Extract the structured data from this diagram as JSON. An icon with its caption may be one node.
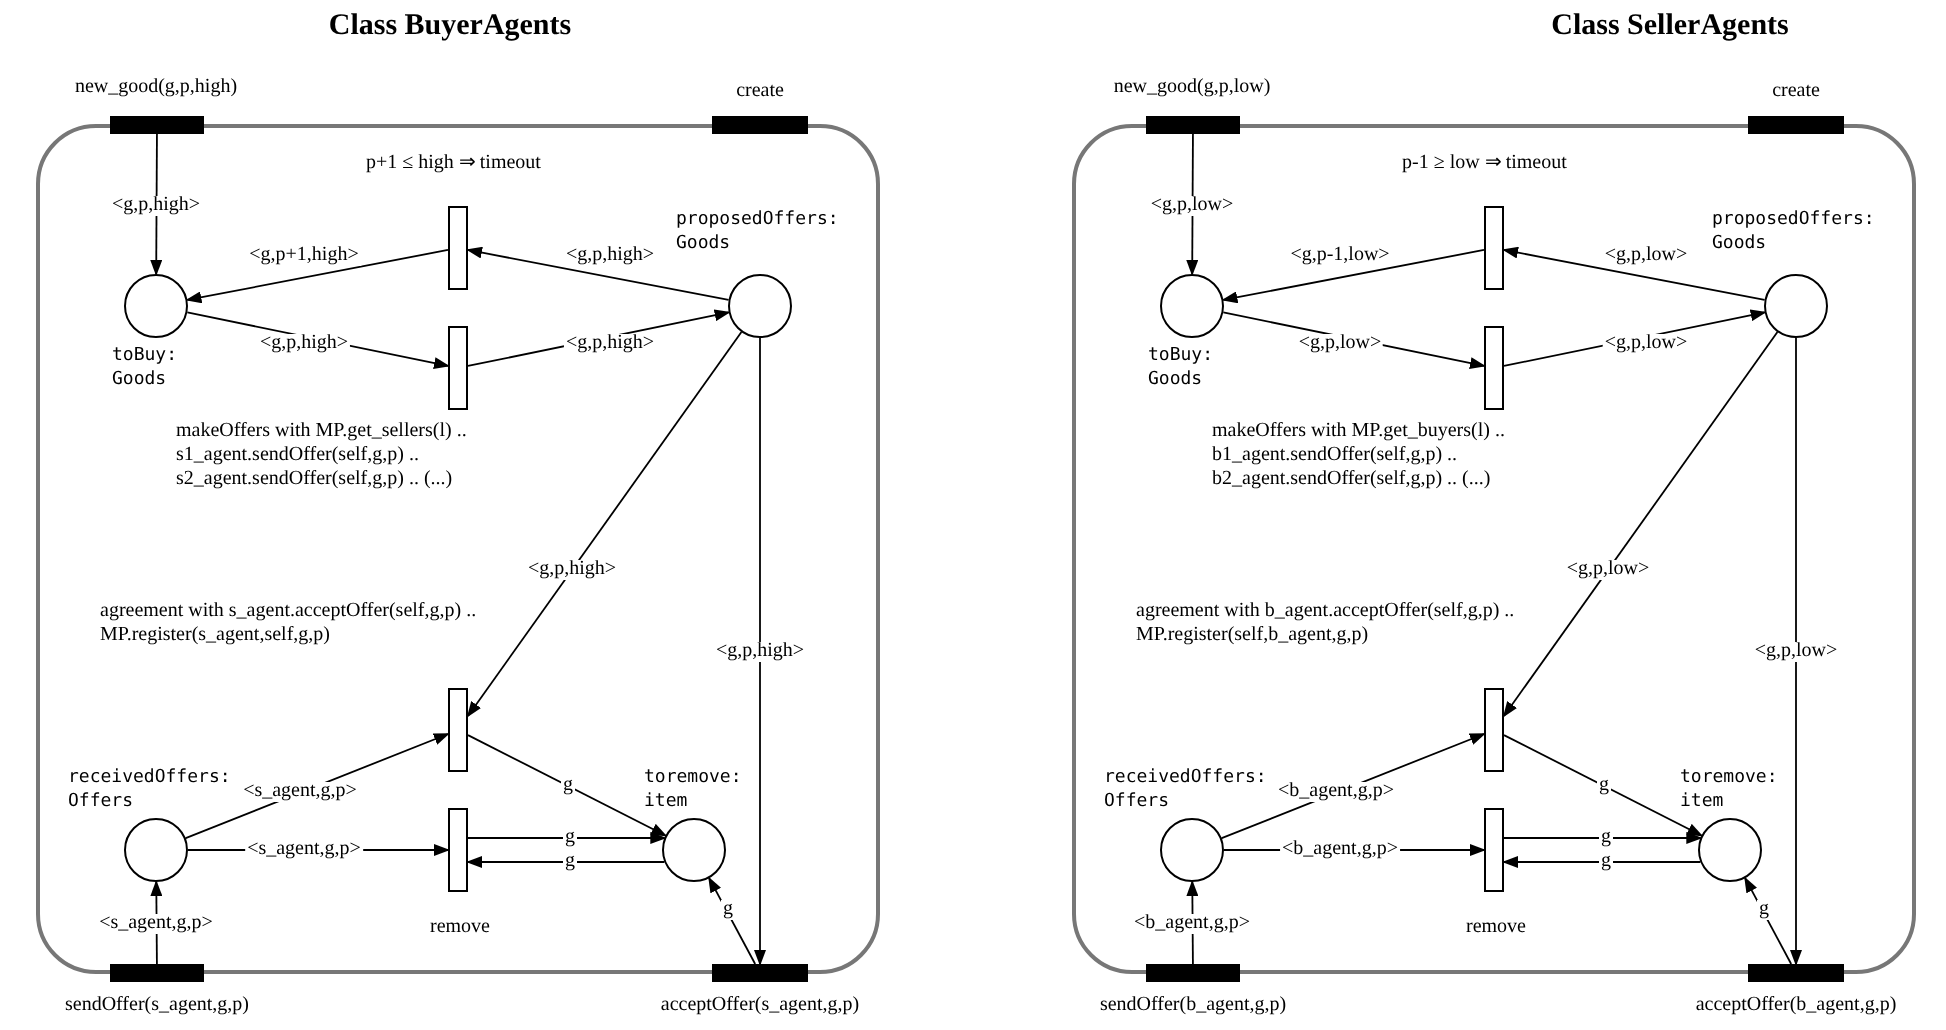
{
  "diagram": {
    "nodes": [
      {
        "text": [
          "Class BuyerAgents"
        ]
      },
      {
        "text": [
          "new_good(g,p,high)"
        ],
        "in": 0
      },
      {
        "text": [
          "create"
        ],
        "in": 0
      },
      {
        "text": [
          "toBuy: Goods"
        ],
        "in": 0
      },
      {
        "text": [
          "p+1 ≤ high ⇒ timeout"
        ],
        "in": 0
      },
      {
        "text": [
          "makeOffers with MP.get_sellers(l) .. s1_agent.sendOffer(self,g,p) .. s2_agent.sendOffer(self,g,p) .. (...)"
        ],
        "in": 0
      },
      {
        "text": [
          "proposedOffers: Goods"
        ],
        "in": 0
      },
      {
        "text": [
          "agreement with s_agent.acceptOffer(self,g,p) .. MP.register(s_agent,self,g,p)"
        ],
        "in": 0
      },
      {
        "text": [
          "receivedOffers: Offers"
        ],
        "in": 0
      },
      {
        "text": [
          "remove"
        ],
        "in": 0
      },
      {
        "text": [
          "toremove: item"
        ],
        "in": 0
      },
      {
        "text": [
          "sendOffer(s_agent,g,p)"
        ],
        "in": 0
      },
      {
        "text": [
          "acceptOffer(s_agent,g,p)"
        ],
        "in": 0
      },
      {
        "text": [
          "Class SellerAgents"
        ]
      },
      {
        "text": [
          "new_good(g,p,low)"
        ],
        "in": 13
      },
      {
        "text": [
          "create"
        ],
        "in": 13
      },
      {
        "text": [
          "toBuy: Goods"
        ],
        "in": 13
      },
      {
        "text": [
          "p-1 ≥ low ⇒ timeout"
        ],
        "in": 13
      },
      {
        "text": [
          "makeOffers with MP.get_buyers(l) .. b1_agent.sendOffer(self,g,p) .. b2_agent.sendOffer(self,g,p) .. (...)"
        ],
        "in": 13
      },
      {
        "text": [
          "proposedOffers: Goods"
        ],
        "in": 13
      },
      {
        "text": [
          "agreement with b_agent.acceptOffer(self,g,p) .. MP.register(self,b_agent,g,p)"
        ],
        "in": 13
      },
      {
        "text": [
          "receivedOffers: Offers"
        ],
        "in": 13
      },
      {
        "text": [
          "remove"
        ],
        "in": 13
      },
      {
        "text": [
          "toremove: item"
        ],
        "in": 13
      },
      {
        "text": [
          "sendOffer(b_agent,g,p)"
        ],
        "in": 13
      },
      {
        "text": [
          "acceptOffer(b_agent,g,p)"
        ],
        "in": 13
      }
    ],
    "edges": [
      {
        "from": 1,
        "to": 3,
        "arrow": "to",
        "label": "<g,p,high>"
      },
      {
        "from": 4,
        "to": 3,
        "arrow": "to",
        "label": "<g,p+1,high>"
      },
      {
        "from": 6,
        "to": 4,
        "arrow": "to",
        "label": "<g,p,high>"
      },
      {
        "from": 3,
        "to": 5,
        "arrow": "to",
        "label": "<g,p,high>"
      },
      {
        "from": 5,
        "to": 6,
        "arrow": "to",
        "label": "<g,p,high>"
      },
      {
        "from": 6,
        "to": 7,
        "arrow": "to",
        "label": "<g,p,high>"
      },
      {
        "from": 6,
        "to": 12,
        "arrow": "to",
        "label": "<g,p,high>"
      },
      {
        "from": 8,
        "to": 7,
        "arrow": "to",
        "label": "<s_agent,g,p>"
      },
      {
        "from": 7,
        "to": 10,
        "arrow": "to",
        "label": "g"
      },
      {
        "from": 8,
        "to": 9,
        "arrow": "to",
        "label": "<s_agent,g,p>"
      },
      {
        "from": 9,
        "to": 10,
        "arrow": "to",
        "label": "g"
      },
      {
        "from": 10,
        "to": 9,
        "arrow": "to",
        "label": "g"
      },
      {
        "from": 11,
        "to": 8,
        "arrow": "to",
        "label": "<s_agent,g,p>"
      },
      {
        "from": 12,
        "to": 10,
        "arrow": "to",
        "label": "g"
      },
      {
        "from": 14,
        "to": 16,
        "arrow": "to",
        "label": "<g,p,low>"
      },
      {
        "from": 17,
        "to": 16,
        "arrow": "to",
        "label": "<g,p-1,low>"
      },
      {
        "from": 19,
        "to": 17,
        "arrow": "to",
        "label": "<g,p,low>"
      },
      {
        "from": 16,
        "to": 18,
        "arrow": "to",
        "label": "<g,p,low>"
      },
      {
        "from": 18,
        "to": 19,
        "arrow": "to",
        "label": "<g,p,low>"
      },
      {
        "from": 19,
        "to": 20,
        "arrow": "to",
        "label": "<g,p,low>"
      },
      {
        "from": 19,
        "to": 25,
        "arrow": "to",
        "label": "<g,p,low>"
      },
      {
        "from": 21,
        "to": 20,
        "arrow": "to",
        "label": "<b_agent,g,p>"
      },
      {
        "from": 20,
        "to": 23,
        "arrow": "to",
        "label": "g"
      },
      {
        "from": 21,
        "to": 22,
        "arrow": "to",
        "label": "<b_agent,g,p>"
      },
      {
        "from": 22,
        "to": 23,
        "arrow": "to",
        "label": "g"
      },
      {
        "from": 23,
        "to": 22,
        "arrow": "to",
        "label": "g"
      },
      {
        "from": 24,
        "to": 21,
        "arrow": "to",
        "label": "<b_agent,g,p>"
      },
      {
        "from": 25,
        "to": 23,
        "arrow": "to",
        "label": "g"
      }
    ]
  }
}
